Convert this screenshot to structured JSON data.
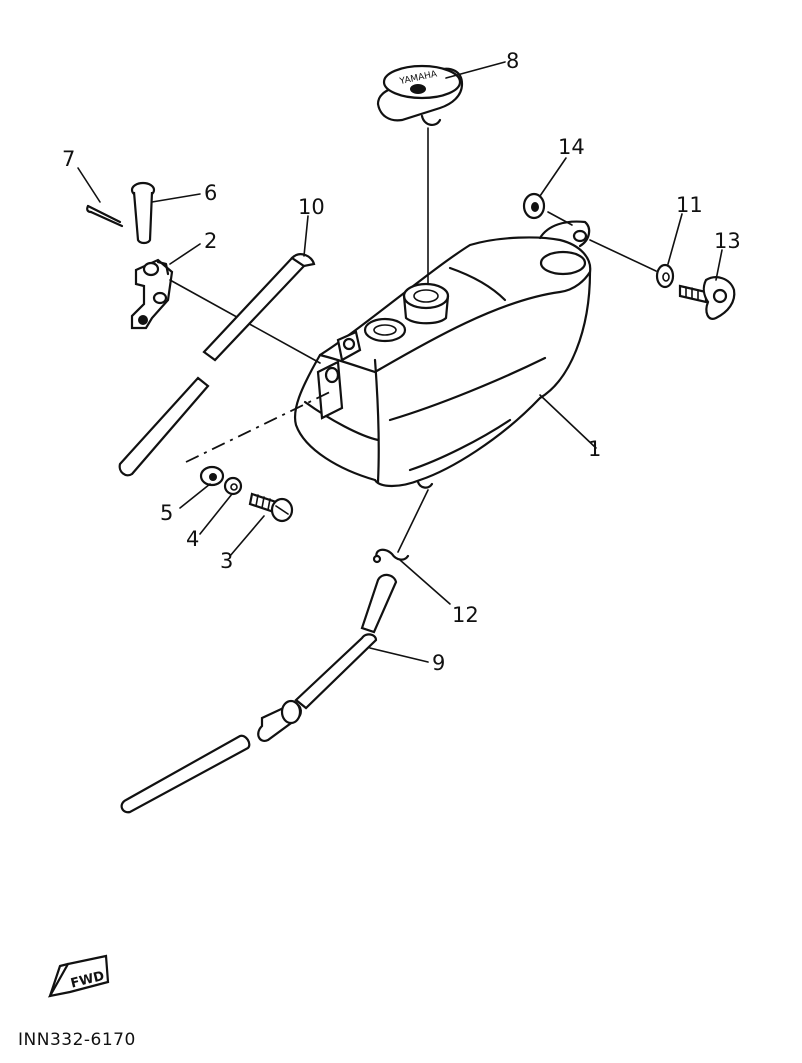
{
  "callouts": [
    {
      "id": "c1",
      "label": "1"
    },
    {
      "id": "c2",
      "label": "2"
    },
    {
      "id": "c3",
      "label": "3"
    },
    {
      "id": "c4",
      "label": "4"
    },
    {
      "id": "c5",
      "label": "5"
    },
    {
      "id": "c6",
      "label": "6"
    },
    {
      "id": "c7",
      "label": "7"
    },
    {
      "id": "c8",
      "label": "8"
    },
    {
      "id": "c9",
      "label": "9"
    },
    {
      "id": "c10",
      "label": "10"
    },
    {
      "id": "c11",
      "label": "11"
    },
    {
      "id": "c12",
      "label": "12"
    },
    {
      "id": "c13",
      "label": "13"
    },
    {
      "id": "c14",
      "label": "14"
    }
  ],
  "cap_text": "YAMAHA",
  "direction_badge": "FWD",
  "diagram_code": "INN332-6170"
}
